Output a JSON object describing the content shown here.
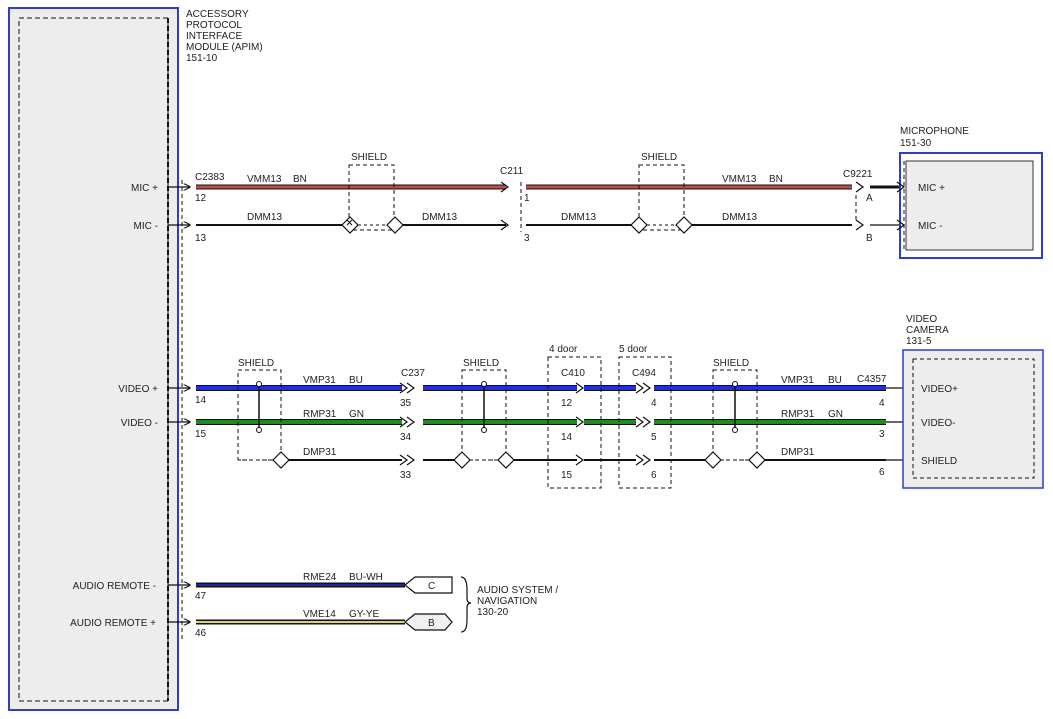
{
  "modules": {
    "apim": {
      "lines": [
        "ACCESSORY",
        "PROTOCOL",
        "INTERFACE",
        "MODULE (APIM)",
        "151-10"
      ]
    },
    "microphone": {
      "lines": [
        "MICROPHONE",
        "151-30"
      ],
      "pins": [
        "MIC +",
        "MIC -"
      ]
    },
    "camera": {
      "lines": [
        "VIDEO",
        "CAMERA",
        "131-5"
      ],
      "pins": [
        "VIDEO+",
        "VIDEO-",
        "SHIELD"
      ]
    },
    "audio": {
      "lines": [
        "AUDIO SYSTEM /",
        "NAVIGATION",
        "130-20"
      ]
    }
  },
  "apim_pins": {
    "mic_plus": "MIC +",
    "mic_minus": "MIC -",
    "video_plus": "VIDEO +",
    "video_minus": "VIDEO -",
    "audio_remote_minus": "AUDIO REMOTE -",
    "audio_remote_plus": "AUDIO REMOTE +"
  },
  "connectors": {
    "c2383": "C2383",
    "c211": "C211",
    "c9221": "C9221",
    "c237": "C237",
    "c410": "C410",
    "c494": "C494",
    "c4357": "C4357",
    "c": "C",
    "b": "B"
  },
  "pin_numbers": {
    "p12": "12",
    "p13": "13",
    "p1": "1",
    "p3": "3",
    "pA": "A",
    "pB": "B",
    "p14": "14",
    "p15": "15",
    "p35": "35",
    "p34": "34",
    "p33": "33",
    "c410_12": "12",
    "c410_14": "14",
    "c410_15": "15",
    "c494_4": "4",
    "c494_5": "5",
    "c494_6": "6",
    "cam_4": "4",
    "cam_3": "3",
    "cam_6": "6",
    "p47": "47",
    "p46": "46"
  },
  "wires": {
    "vmm13": "VMM13",
    "bn": "BN",
    "dmm13": "DMM13",
    "vmp31": "VMP31",
    "bu": "BU",
    "rmp31": "RMP31",
    "gn": "GN",
    "dmp31": "DMP31",
    "rme24": "RME24",
    "bu_wh": "BU-WH",
    "vme14": "VME14",
    "gy_ye": "GY-YE"
  },
  "labels": {
    "shield": "SHIELD",
    "door4": "4 door",
    "door5": "5 door"
  },
  "colors": {
    "module_border": "#2b3fc7",
    "module_fill": "#ededed",
    "wire_bn": "#b5504b",
    "wire_bu": "#1f2ee0",
    "wire_gn": "#1f8a1f",
    "wire_black": "#111111",
    "wire_yellow": "#d8d86a"
  }
}
